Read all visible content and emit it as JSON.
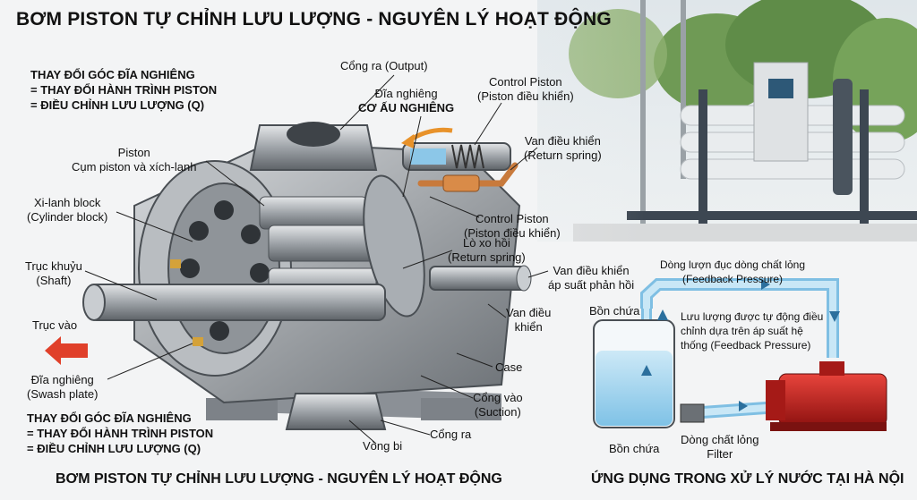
{
  "title": "BƠM PISTON TỰ CHỈNH LƯU LƯỢNG - NGUYÊN LÝ HOẠT ĐỘNG",
  "notes": {
    "top": [
      "THAY ĐỔI GÓC ĐĨA NGHIÊNG",
      "= THAY ĐỔI HÀNH TRÌNH PISTON",
      "= ĐIỀU CHỈNH LƯU LƯỢNG (Q)"
    ],
    "bottom": [
      "THAY ĐỔI GÓC ĐĨA NGHIÊNG",
      "= THAY ĐỔI HÀNH TRÌNH PISTON",
      "= ĐIỀU CHỈNH LƯU LƯỢNG (Q)"
    ]
  },
  "labels": {
    "output": "Cổng ra (Output)",
    "swash_top_1": "Đĩa nghiêng",
    "swash_top_2": "CƠ ẤU NGHIÊNG",
    "control_piston_top_1": "Control Piston",
    "control_piston_top_2": "(Piston điều khiển)",
    "piston_1": "Piston",
    "piston_2": "Cụm piston và xích-lanh",
    "valve_top_1": "Van điều khiển",
    "valve_top_2": "(Return spring)",
    "cylinder_1": "Xi-lanh block",
    "cylinder_2": "(Cylinder block)",
    "control_piston_mid_1": "Control Piston",
    "control_piston_mid_2": "(Piston điều khiển)",
    "spring_1": "Lò xo hồi",
    "spring_2": "(Return spring)",
    "shaft_1": "Trục khuỷu",
    "shaft_2": "(Shaft)",
    "valve_pressure_1": "Van điều khiển",
    "valve_pressure_2": "áp suất phản hồi",
    "shaft_in": "Trục vào",
    "valve_bottom_1": "Van điều",
    "valve_bottom_2": "khiển",
    "swash_plate_1": "Đĩa nghiêng",
    "swash_plate_2": "(Swash plate)",
    "case": "Case",
    "suction_1": "Cổng vào",
    "suction_2": "(Suction)",
    "outlet": "Cổng ra",
    "bearing": "Vòng bi"
  },
  "app": {
    "feedback_1": "Dòng lượn đục dòng chất lỏng",
    "feedback_2": "(Feedback Pressure)",
    "tank_top": "Bồn chứa",
    "auto_1": "Lưu lượng được tự động điều",
    "auto_2": "chỉnh dựa trên áp suất hệ",
    "auto_3": "thống (Feedback Pressure)",
    "tank_bottom": "Bồn chứa",
    "flow_1": "Dòng chất lỏng",
    "flow_2": "Filter"
  },
  "bottom": {
    "left": "BƠM PISTON TỰ CHỈNH LƯU LƯỢNG - NGUYÊN LÝ HOẠT ĐỘNG",
    "right": "ỨNG DỤNG TRONG XỬ LÝ NƯỚC TẠI HÀ NỘI"
  },
  "colors": {
    "water": "#9fd3ef",
    "pipe": "#bfe2f5",
    "motor": "#c8201e",
    "arrow_red": "#e0402a",
    "arrow_orange": "#e8922a"
  }
}
